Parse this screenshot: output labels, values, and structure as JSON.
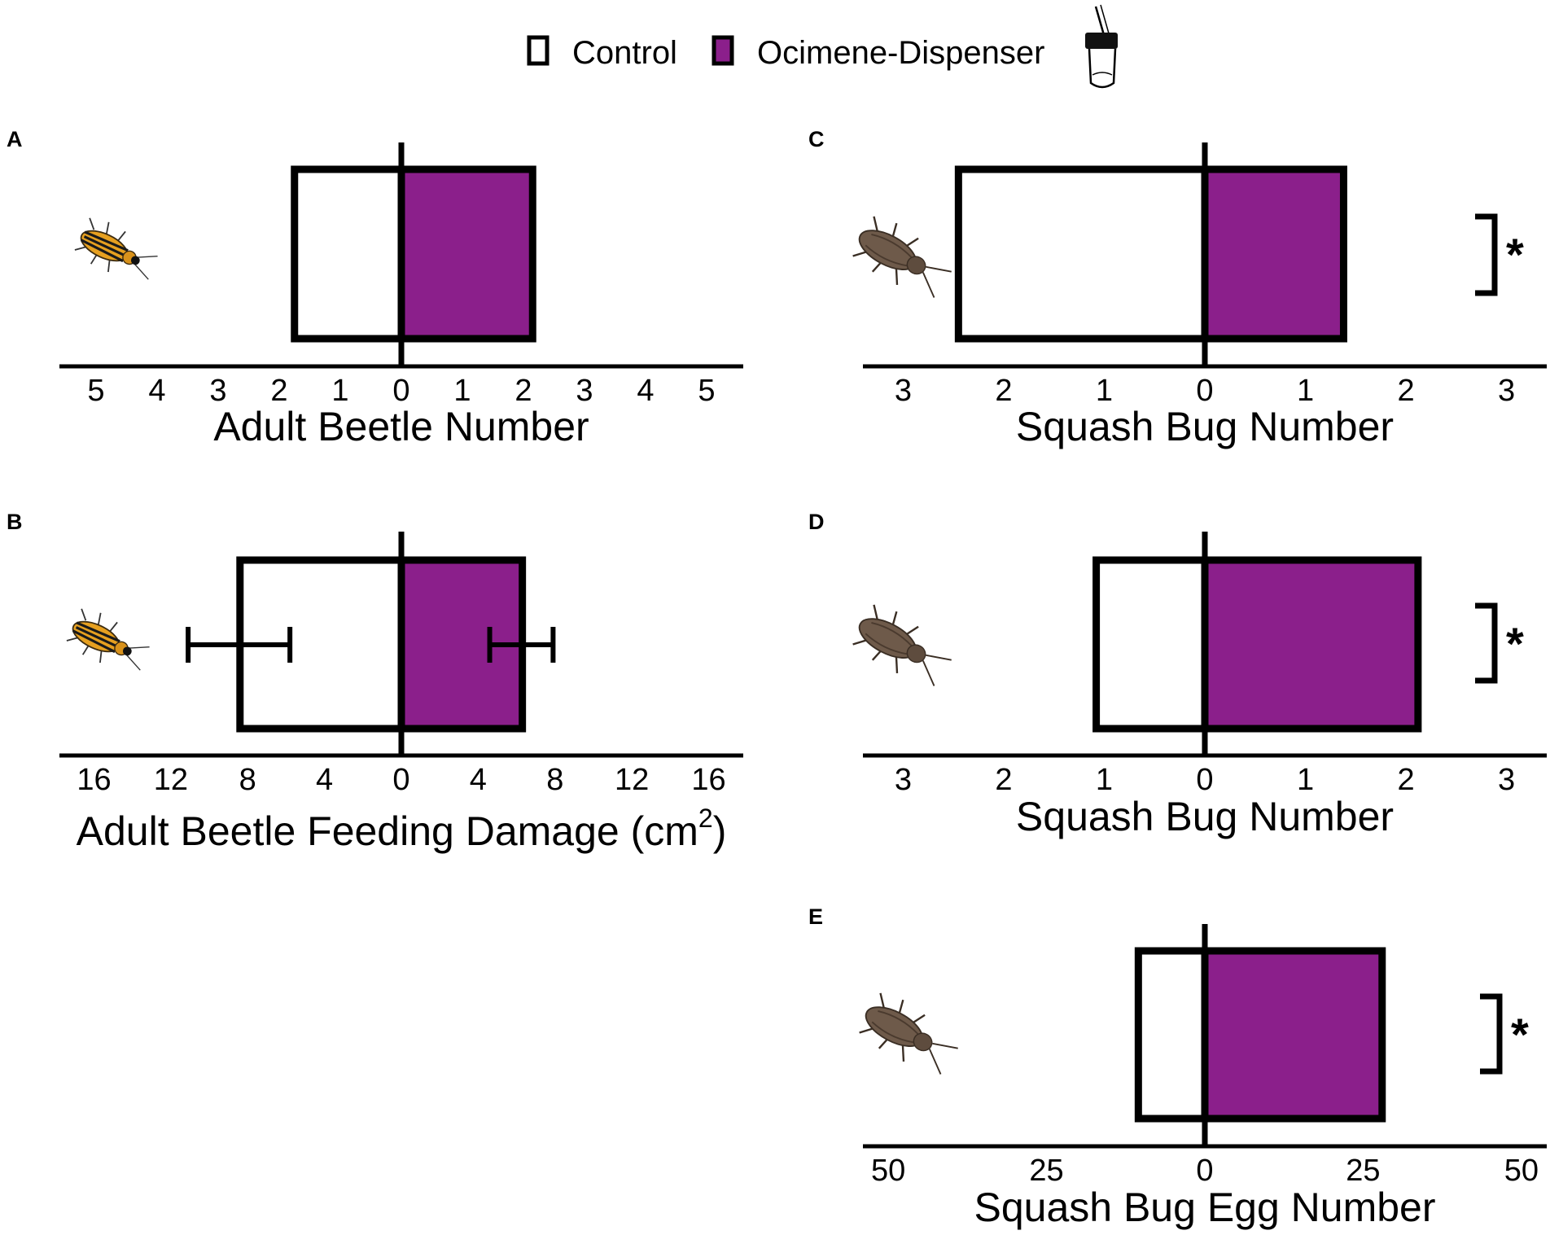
{
  "legend": {
    "items": [
      {
        "label": "Control",
        "color": "#ffffff"
      },
      {
        "label": "Ocimene-Dispenser",
        "color": "#8b1f8b"
      }
    ]
  },
  "colors": {
    "treatment": "#8b1f8b",
    "control": "#ffffff",
    "stroke": "#000000"
  },
  "icons": {
    "beetle": "striped-beetle-icon",
    "squash_bug": "squash-bug-icon",
    "dispenser": "dispenser-vial-icon"
  },
  "chart_data": [
    {
      "type": "bar",
      "orientation": "horizontal-mirrored",
      "panel": "A",
      "xlabel": "Adult Beetle Number",
      "ticks": [
        5,
        4,
        3,
        2,
        1,
        0,
        1,
        2,
        3,
        4,
        5
      ],
      "xlim": [
        -5.6,
        5.6
      ],
      "control": 1.75,
      "treatment": 2.15,
      "significance": ""
    },
    {
      "type": "bar",
      "orientation": "horizontal-mirrored",
      "panel": "B",
      "xlabel": "Adult Beetle Feeding Damage (cm",
      "xlabel_sup": "2",
      "xlabel_close": ")",
      "ticks": [
        16,
        12,
        8,
        4,
        0,
        4,
        8,
        12,
        16
      ],
      "xlim": [
        -17.8,
        17.8
      ],
      "control": 8.4,
      "control_error": [
        5.8,
        11.1
      ],
      "treatment": 6.3,
      "treatment_error": [
        4.6,
        7.9
      ],
      "significance": ""
    },
    {
      "type": "bar",
      "orientation": "horizontal-mirrored",
      "panel": "C",
      "xlabel": "Squash Bug Number",
      "ticks": [
        3,
        2,
        1,
        0,
        1,
        2,
        3
      ],
      "xlim": [
        -3.4,
        3.4
      ],
      "control": 2.45,
      "treatment": 1.38,
      "significance": "*"
    },
    {
      "type": "bar",
      "orientation": "horizontal-mirrored",
      "panel": "D",
      "xlabel": "Squash Bug Number",
      "ticks": [
        3,
        2,
        1,
        0,
        1,
        2,
        3
      ],
      "xlim": [
        -3.4,
        3.4
      ],
      "control": 1.08,
      "treatment": 2.12,
      "significance": "*"
    },
    {
      "type": "bar",
      "orientation": "horizontal-mirrored",
      "panel": "E",
      "xlabel": "Squash Bug Egg Number",
      "ticks": [
        50,
        25,
        0,
        25,
        50
      ],
      "xlim": [
        -54,
        54
      ],
      "control": 10.5,
      "treatment": 28,
      "significance": "*"
    }
  ]
}
